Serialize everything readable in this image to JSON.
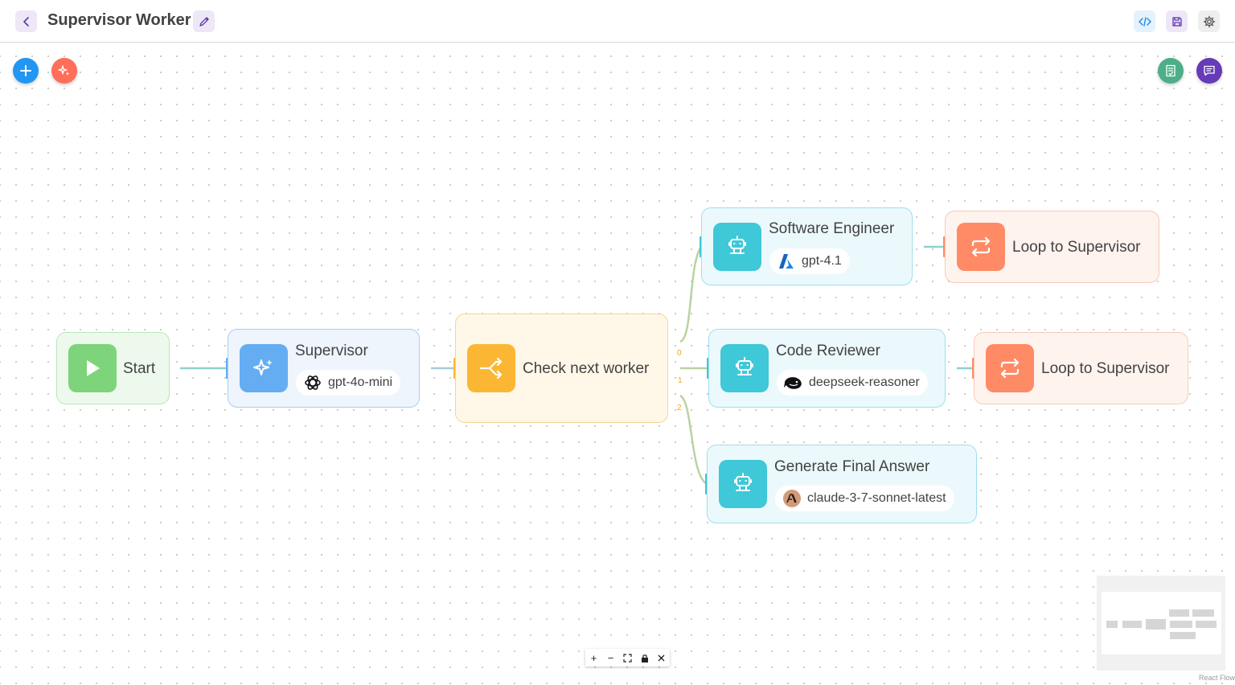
{
  "header": {
    "title": "Supervisor Worker"
  },
  "nodes": {
    "start": {
      "label": "Start"
    },
    "supervisor": {
      "label": "Supervisor",
      "model": "gpt-4o-mini"
    },
    "condition": {
      "label": "Check next worker",
      "outputs": [
        "0",
        "1",
        "2"
      ]
    },
    "software_engineer": {
      "label": "Software Engineer",
      "model": "gpt-4.1"
    },
    "code_reviewer": {
      "label": "Code Reviewer",
      "model": "deepseek-reasoner"
    },
    "final_answer": {
      "label": "Generate Final Answer",
      "model": "claude-3-7-sonnet-latest"
    },
    "loop_1": {
      "label": "Loop to Supervisor"
    },
    "loop_2": {
      "label": "Loop to Supervisor"
    }
  },
  "controls": {
    "zoom_in": "+",
    "zoom_out": "−"
  },
  "attribution": "React Flow",
  "colors": {
    "start": "#7ed47a",
    "llm": "#64adf2",
    "condition": "#fbb734",
    "agent": "#3ec8d8",
    "loop": "#ff8a66"
  }
}
